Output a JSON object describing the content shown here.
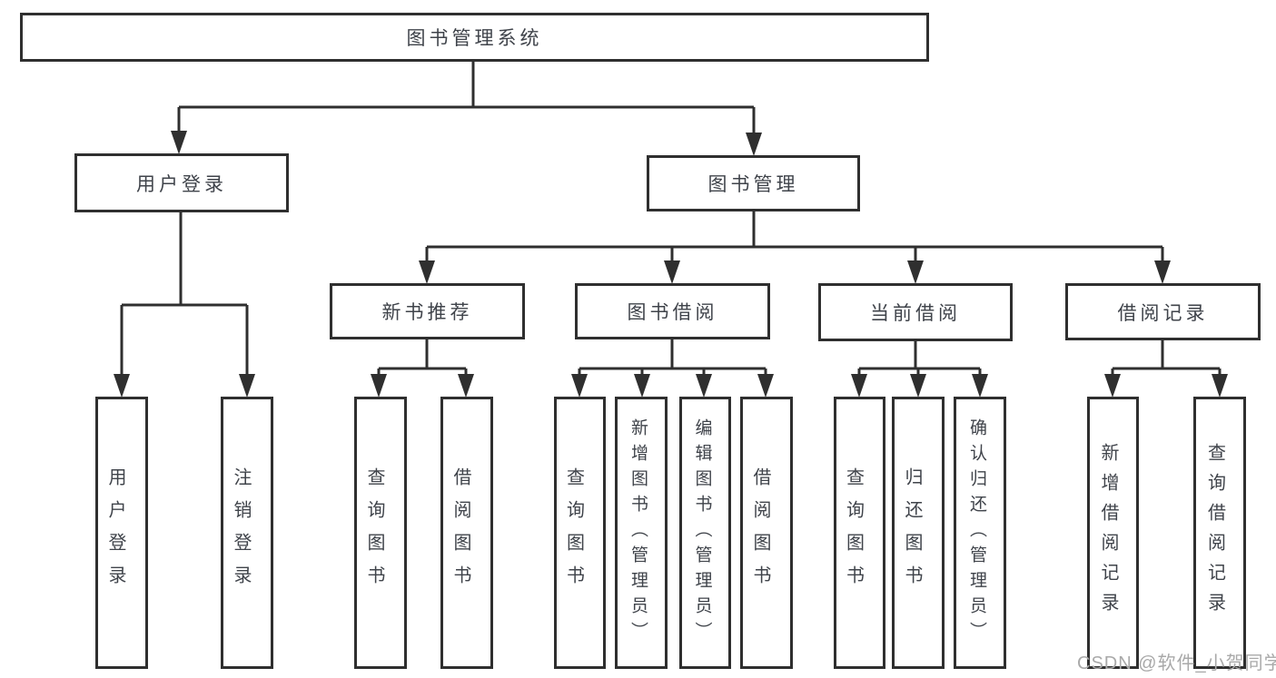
{
  "diagram": {
    "title_node": {
      "label": "图书管理系统"
    },
    "level2": [
      {
        "id": "user-login",
        "label": "用户登录",
        "parent": "图书管理系统"
      },
      {
        "id": "book-management",
        "label": "图书管理",
        "parent": "图书管理系统"
      }
    ],
    "level3": [
      {
        "id": "new-book-recommend",
        "label": "新书推荐",
        "parent": "图书管理"
      },
      {
        "id": "book-borrowing",
        "label": "图书借阅",
        "parent": "图书管理"
      },
      {
        "id": "current-borrowing",
        "label": "当前借阅",
        "parent": "图书管理"
      },
      {
        "id": "borrowing-records",
        "label": "借阅记录",
        "parent": "图书管理"
      }
    ],
    "leaves": [
      {
        "id": "leaf-user-login",
        "label": "用户登录",
        "parent": "用户登录"
      },
      {
        "id": "leaf-logout",
        "label": "注销登录",
        "parent": "用户登录"
      },
      {
        "id": "leaf-rec-query-books",
        "label": "查询图书",
        "parent": "新书推荐"
      },
      {
        "id": "leaf-rec-borrow-books",
        "label": "借阅图书",
        "parent": "新书推荐"
      },
      {
        "id": "leaf-bb-query-books",
        "label": "查询图书",
        "parent": "图书借阅"
      },
      {
        "id": "leaf-bb-add-books-admin",
        "label": "新增图书（管理员）",
        "parent": "图书借阅"
      },
      {
        "id": "leaf-bb-edit-books-admin",
        "label": "编辑图书（管理员）",
        "parent": "图书借阅"
      },
      {
        "id": "leaf-bb-borrow-books",
        "label": "借阅图书",
        "parent": "图书借阅"
      },
      {
        "id": "leaf-cb-query-books",
        "label": "查询图书",
        "parent": "当前借阅"
      },
      {
        "id": "leaf-cb-return-books",
        "label": "归还图书",
        "parent": "当前借阅"
      },
      {
        "id": "leaf-cb-confirm-return",
        "label": "确认归还（管理员）",
        "parent": "当前借阅"
      },
      {
        "id": "leaf-br-add-record",
        "label": "新增借阅记录",
        "parent": "借阅记录"
      },
      {
        "id": "leaf-br-query-record",
        "label": "查询借阅记录",
        "parent": "借阅记录"
      }
    ]
  },
  "watermark": {
    "text": "CSDN @软件_小贺同学"
  },
  "colors": {
    "line": "#2f2f2f",
    "box_border": "#2f2f2f",
    "text": "#3f434a",
    "watermark": "#a9a9a9",
    "background": "#ffffff"
  }
}
